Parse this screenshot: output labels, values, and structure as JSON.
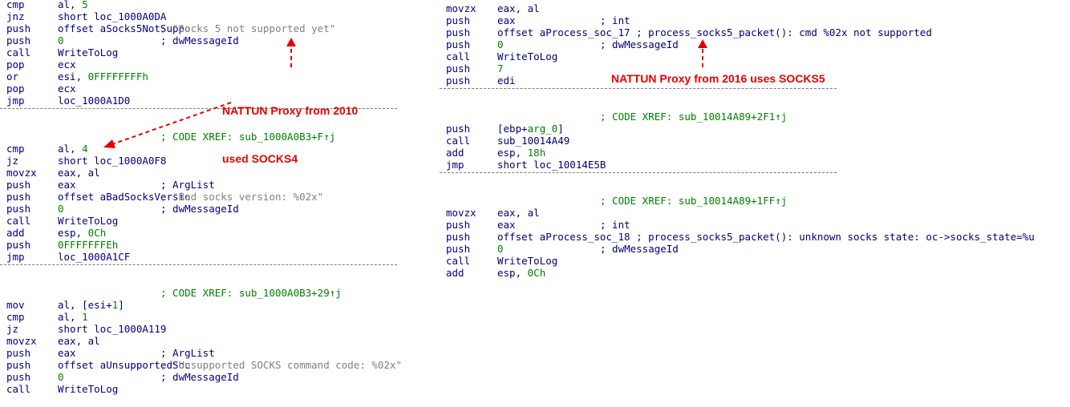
{
  "left_blocks": [
    {
      "lines": [
        {
          "m": "cmp",
          "o": [
            "al, ",
            {
              "t": "5",
              "c": "num"
            }
          ]
        },
        {
          "m": "jnz",
          "o": [
            "short loc_1000A0DA"
          ]
        },
        {
          "m": "push",
          "o": [
            "offset aSocks5NotSuppo"
          ],
          "cm": "; \"Socks 5 not supported yet\"",
          "cs": "str"
        },
        {
          "m": "push",
          "o": [
            {
              "t": "0",
              "c": "num"
            }
          ],
          "cm": "; dwMessageId",
          "cs": "var"
        },
        {
          "m": "call",
          "o": [
            {
              "t": "WriteToLog",
              "c": "fn"
            }
          ]
        },
        {
          "m": "pop",
          "o": [
            "ecx"
          ]
        },
        {
          "m": "or",
          "o": [
            "esi, ",
            {
              "t": "0FFFFFFFFh",
              "c": "num"
            }
          ]
        },
        {
          "m": "pop",
          "o": [
            "ecx"
          ]
        },
        {
          "m": "jmp",
          "o": [
            "loc_1000A1D0"
          ]
        }
      ]
    },
    {
      "xref": "; CODE XREF: sub_1000A0B3+F↑j",
      "lines": [
        {
          "m": "cmp",
          "o": [
            "al, ",
            {
              "t": "4",
              "c": "num"
            }
          ]
        },
        {
          "m": "jz",
          "o": [
            "short loc_1000A0F8"
          ]
        },
        {
          "m": "movzx",
          "o": [
            "eax, al"
          ]
        },
        {
          "m": "push",
          "o": [
            "eax"
          ],
          "cm": "; ArgList",
          "cs": "var"
        },
        {
          "m": "push",
          "o": [
            "offset aBadSocksVersio"
          ],
          "cm": "; \"Bad socks version: %02x\"",
          "cs": "str"
        },
        {
          "m": "push",
          "o": [
            {
              "t": "0",
              "c": "num"
            }
          ],
          "cm": "; dwMessageId",
          "cs": "var"
        },
        {
          "m": "call",
          "o": [
            {
              "t": "WriteToLog",
              "c": "fn"
            }
          ]
        },
        {
          "m": "add",
          "o": [
            "esp, ",
            {
              "t": "0Ch",
              "c": "num"
            }
          ]
        },
        {
          "m": "push",
          "o": [
            {
              "t": "0FFFFFFFEh",
              "c": "num"
            }
          ]
        },
        {
          "m": "jmp",
          "o": [
            "loc_1000A1CF"
          ]
        }
      ]
    },
    {
      "xref": "; CODE XREF: sub_1000A0B3+29↑j",
      "lines": [
        {
          "m": "mov",
          "o": [
            "al, [esi+",
            {
              "t": "1",
              "c": "num"
            },
            "]"
          ]
        },
        {
          "m": "cmp",
          "o": [
            "al, ",
            {
              "t": "1",
              "c": "num"
            }
          ]
        },
        {
          "m": "jz",
          "o": [
            "short loc_1000A119"
          ]
        },
        {
          "m": "movzx",
          "o": [
            "eax, al"
          ]
        },
        {
          "m": "push",
          "o": [
            "eax"
          ],
          "cm": "; ArgList",
          "cs": "var"
        },
        {
          "m": "push",
          "o": [
            "offset aUnsupportedSoc"
          ],
          "cm": "; \"Unsupported SOCKS command code: %02x\"",
          "cs": "str"
        },
        {
          "m": "push",
          "o": [
            {
              "t": "0",
              "c": "num"
            }
          ],
          "cm": "; dwMessageId",
          "cs": "var"
        },
        {
          "m": "call",
          "o": [
            {
              "t": "WriteToLog",
              "c": "fn"
            }
          ]
        }
      ]
    }
  ],
  "right_blocks": [
    {
      "lines": [
        {
          "m": "movzx",
          "o": [
            "eax, al"
          ]
        },
        {
          "m": "push",
          "o": [
            "eax"
          ],
          "cm": "; int",
          "cs": "var"
        },
        {
          "m": "push",
          "o": [
            "offset aProcess_soc_17 ; process_socks5_packet(): cmd %02x not supported"
          ]
        },
        {
          "m": "push",
          "o": [
            {
              "t": "0",
              "c": "num"
            }
          ],
          "cm": "; dwMessageId",
          "cs": "var"
        },
        {
          "m": "call",
          "o": [
            {
              "t": "WriteToLog",
              "c": "fn"
            }
          ]
        },
        {
          "m": "push",
          "o": [
            {
              "t": "7",
              "c": "num"
            }
          ]
        },
        {
          "m": "push",
          "o": [
            "edi"
          ]
        }
      ]
    },
    {
      "xref": "; CODE XREF: sub_10014A89+2F1↑j",
      "lines": [
        {
          "m": "push",
          "o": [
            "[ebp+",
            {
              "t": "arg_0",
              "c": "num"
            },
            "]"
          ]
        },
        {
          "m": "call",
          "o": [
            "sub_10014A49"
          ]
        },
        {
          "m": "add",
          "o": [
            "esp, ",
            {
              "t": "18h",
              "c": "num"
            }
          ]
        },
        {
          "m": "jmp",
          "o": [
            "short loc_10014E5B"
          ]
        }
      ]
    },
    {
      "xref": "; CODE XREF: sub_10014A89+1FF↑j",
      "lines": [
        {
          "m": "movzx",
          "o": [
            "eax, al"
          ]
        },
        {
          "m": "push",
          "o": [
            "eax"
          ],
          "cm": "; int",
          "cs": "var"
        },
        {
          "m": "push",
          "o": [
            "offset aProcess_soc_18 ; process_socks5_packet(): unknown socks state: oc->socks_state=%u"
          ]
        },
        {
          "m": "push",
          "o": [
            {
              "t": "0",
              "c": "num"
            }
          ],
          "cm": "; dwMessageId",
          "cs": "var"
        },
        {
          "m": "call",
          "o": [
            {
              "t": "WriteToLog",
              "c": "fn"
            }
          ]
        },
        {
          "m": "add",
          "o": [
            "esp, ",
            {
              "t": "0Ch",
              "c": "num"
            }
          ]
        }
      ]
    }
  ],
  "annotations": {
    "nattun_2010_line1": "NATTUN Proxy from 2010",
    "nattun_2010_line2": "used SOCKS4",
    "nattun_2016": "NATTUN Proxy from 2016 uses SOCKS5"
  },
  "colors": {
    "instruction": "#000080",
    "number": "#008000",
    "string_comment": "#808080",
    "annotation": "#e60000"
  }
}
